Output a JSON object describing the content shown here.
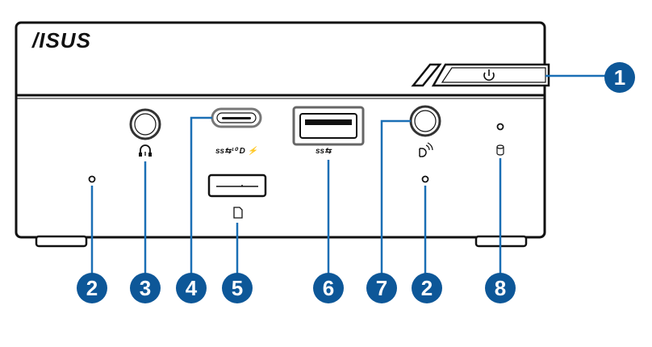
{
  "brand": {
    "logo_text": "/ISUS"
  },
  "device": {
    "labels": {
      "usbc_port": "ss⇆¹⁰ D ⚡",
      "usba_port": "ss⇆"
    },
    "icons": {
      "power": "power-icon",
      "headset": "headset-icon",
      "sd_card": "sd-card-icon",
      "sensor": "sensor-icon",
      "storage": "storage-led-icon"
    }
  },
  "callouts": {
    "c1": "1",
    "c2a": "2",
    "c3": "3",
    "c4": "4",
    "c5": "5",
    "c6": "6",
    "c7": "7",
    "c2b": "2",
    "c8": "8"
  },
  "colors": {
    "callout_fill": "#0d5798",
    "leader_line": "#1a6fb5",
    "outline": "#111111"
  }
}
